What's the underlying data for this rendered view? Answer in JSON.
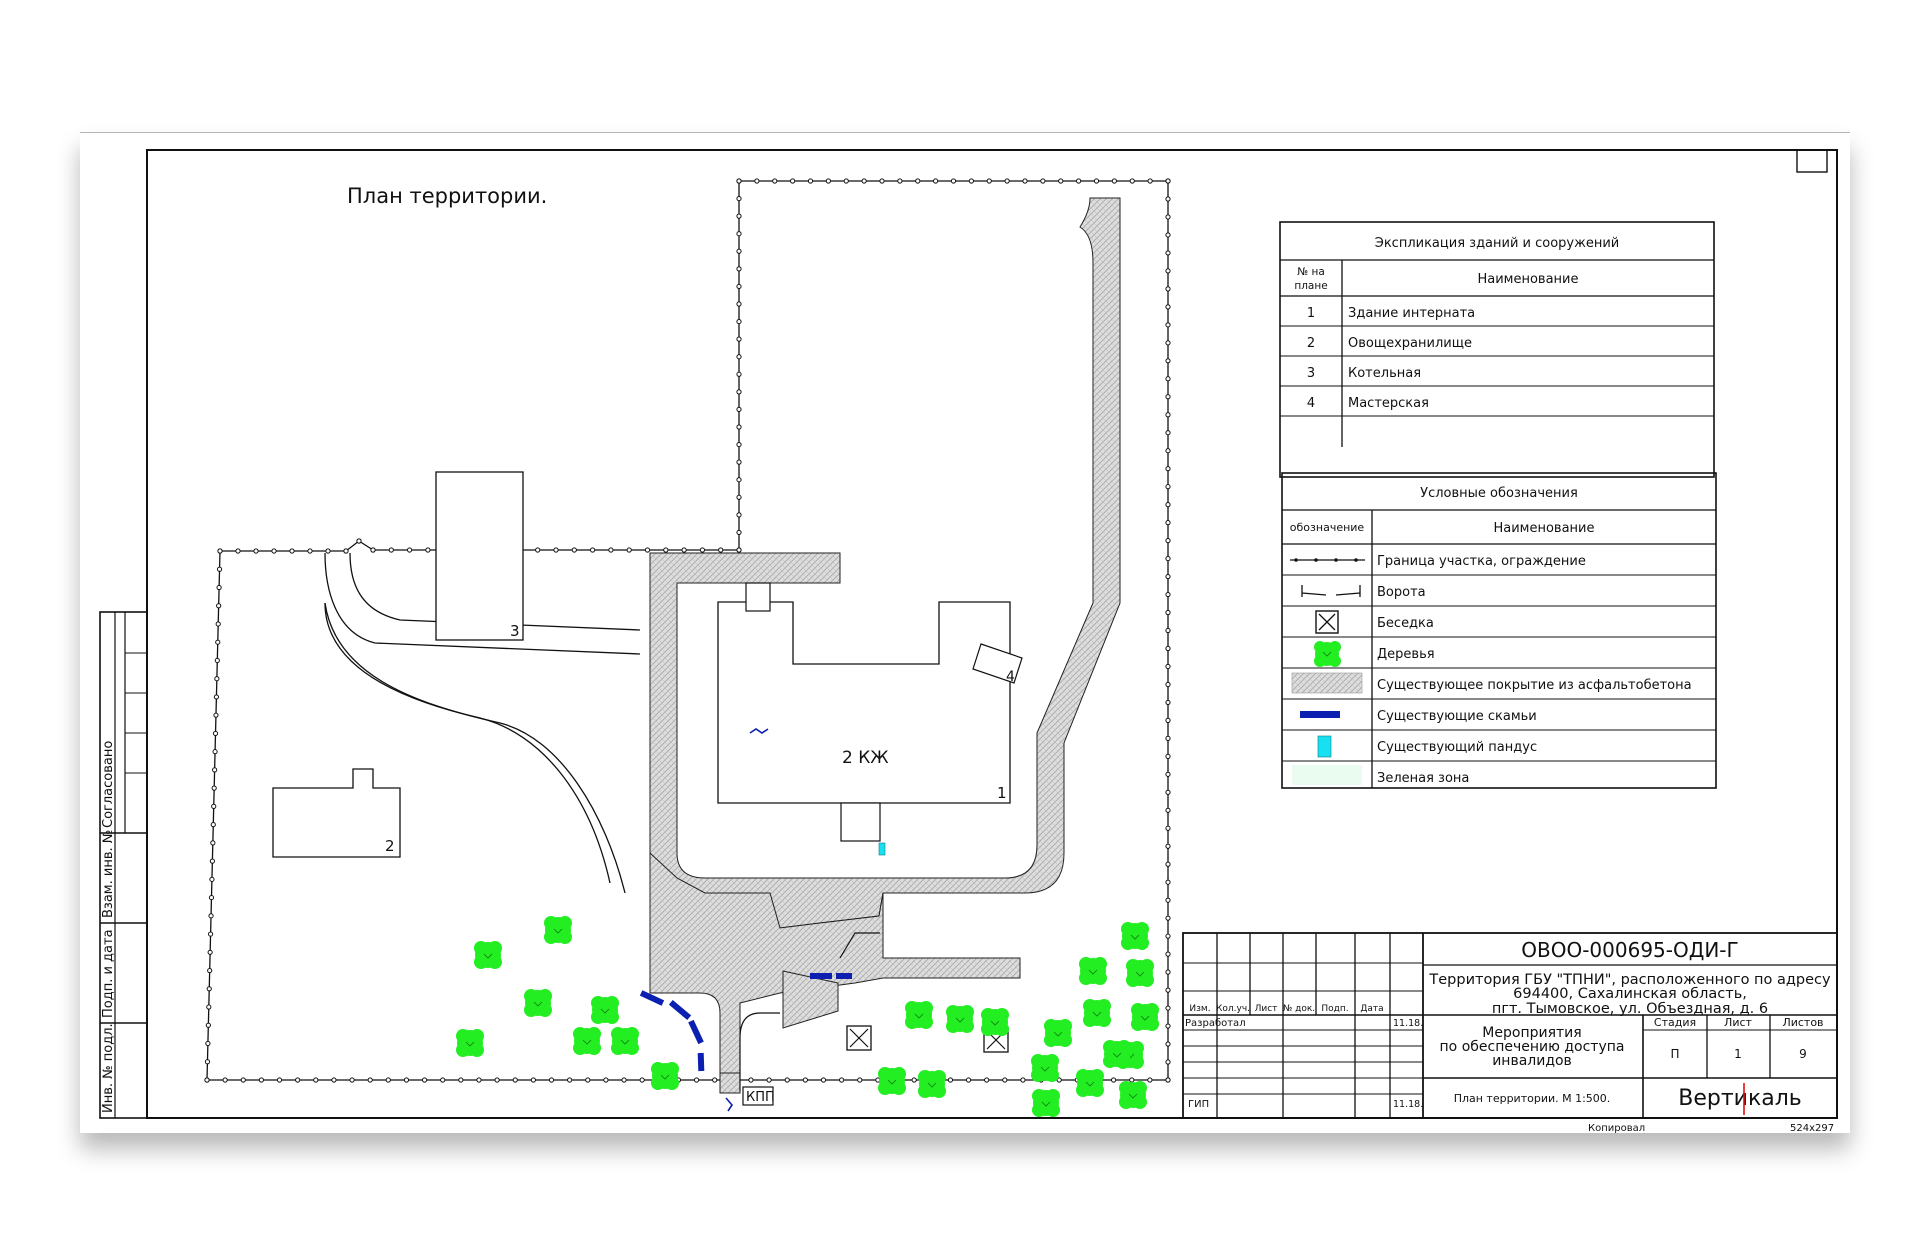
{
  "plan": {
    "title": "План территории.",
    "building_1_label": "2 КЖ",
    "building_1_number": "1",
    "building_2_number": "2",
    "building_3_number": "3",
    "building_4_number": "4",
    "checkpoint_label": "КПП"
  },
  "explication": {
    "title": "Экспликация зданий и сооружений",
    "col_no_line1": "№ на",
    "col_no_line2": "плане",
    "col_name": "Наименование",
    "rows": [
      {
        "no": "1",
        "name": "Здание интерната"
      },
      {
        "no": "2",
        "name": "Овощехранилище"
      },
      {
        "no": "3",
        "name": "Котельная"
      },
      {
        "no": "4",
        "name": "Мастерская"
      }
    ]
  },
  "legend": {
    "title": "Условные обозначения",
    "col_symbol": "обозначение",
    "col_name": "Наименование",
    "items": [
      {
        "symbol": "fence-line-icon",
        "name": "Граница участка, ограждение"
      },
      {
        "symbol": "gate-icon",
        "name": "Ворота"
      },
      {
        "symbol": "gazebo-icon",
        "name": "Беседка"
      },
      {
        "symbol": "tree-icon",
        "name": "Деревья"
      },
      {
        "symbol": "asphalt-hatch-icon",
        "name": "Существующее покрытие из асфальтобетона"
      },
      {
        "symbol": "bench-icon",
        "name": "Существующие скамьи"
      },
      {
        "symbol": "ramp-icon",
        "name": "Существующий пандус"
      },
      {
        "symbol": "green-zone-icon",
        "name": "Зеленая зона"
      }
    ]
  },
  "side_stamp": {
    "agreed": "Согласовано",
    "inv_replace": "Взам. инв. №",
    "sign_date": "Подп. и дата",
    "inv_orig": "Инв. № подл."
  },
  "title_block": {
    "code": "ОВОО-000695-ОДИ-Г",
    "object_line1": "Территория ГБУ \"ТПНИ\", расположенного по адресу",
    "object_line2": "694400, Сахалинская область,",
    "object_line3": "пгт. Тымовское, ул. Объездная, д. 6",
    "cols": [
      "Изм.",
      "Кол.уч.",
      "Лист",
      "№ док.",
      "Подп.",
      "Дата"
    ],
    "developed": "Разработал",
    "developed_date": "11.18.",
    "gip": "ГИП",
    "gip_date": "11.18.",
    "measures_line1": "Мероприятия",
    "measures_line2": "по обеспечению доступа",
    "measures_line3": "инвалидов",
    "stage_label": "Стадия",
    "sheet_label": "Лист",
    "sheets_label": "Листов",
    "stage": "П",
    "sheet": "1",
    "sheets": "9",
    "sheet_title": "План территории. М 1:500.",
    "company": "Вертикаль",
    "copied": "Копировал",
    "format": "524x297"
  },
  "colors": {
    "tree": "#22ee22",
    "bench": "#0b1fb0",
    "ramp": "#18e0f0",
    "green_zone": "#eafcef",
    "asphalt_hatch": "#cfcfcf"
  }
}
